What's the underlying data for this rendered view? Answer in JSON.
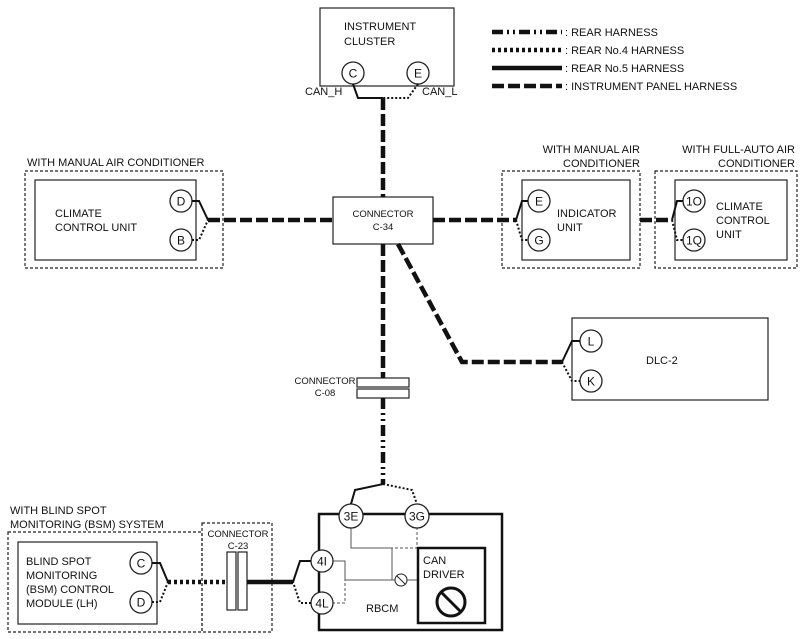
{
  "legend": {
    "items": [
      {
        "style": "rear",
        "label": ": REAR HARNESS"
      },
      {
        "style": "rear4",
        "label": ": REAR No.4 HARNESS"
      },
      {
        "style": "rear5",
        "label": ": REAR No.5 HARNESS"
      },
      {
        "style": "ip",
        "label": ": INSTRUMENT PANEL HARNESS"
      }
    ]
  },
  "instrument_cluster": {
    "title_line1": "INSTRUMENT",
    "title_line2": "CLUSTER",
    "pin_c": "C",
    "pin_e": "E",
    "can_h": "CAN_H",
    "can_l": "CAN_L"
  },
  "climate_manual": {
    "group_label": "WITH MANUAL AIR CONDITIONER",
    "title_line1": "CLIMATE",
    "title_line2": "CONTROL UNIT",
    "pin_d": "D",
    "pin_b": "B"
  },
  "connector_c34": {
    "line1": "CONNECTOR",
    "line2": "C-34"
  },
  "indicator": {
    "group_line1": "WITH MANUAL AIR",
    "group_line2": "CONDITIONER",
    "title_line1": "INDICATOR",
    "title_line2": "UNIT",
    "pin_e": "E",
    "pin_g": "G"
  },
  "climate_auto": {
    "group_line1": "WITH FULL-AUTO AIR",
    "group_line2": "CONDITIONER",
    "title_line1": "CLIMATE",
    "title_line2": "CONTROL",
    "title_line3": "UNIT",
    "pin_1o": "1O",
    "pin_1q": "1Q"
  },
  "dlc2": {
    "title": "DLC-2",
    "pin_l": "L",
    "pin_k": "K"
  },
  "connector_c08": {
    "line1": "CONNECTOR",
    "line2": "C-08"
  },
  "bsm": {
    "group_line1": "WITH BLIND SPOT",
    "group_line2": "MONITORING (BSM) SYSTEM",
    "title_line1": "BLIND SPOT",
    "title_line2": "MONITORING",
    "title_line3": "(BSM) CONTROL",
    "title_line4": "MODULE (LH)",
    "pin_c": "C",
    "pin_d": "D"
  },
  "connector_c23": {
    "line1": "CONNECTOR",
    "line2": "C-23"
  },
  "rbcm": {
    "title": "RBCM",
    "pin_3e": "3E",
    "pin_3g": "3G",
    "pin_4i": "4I",
    "pin_4l": "4L",
    "can_driver_line1": "CAN",
    "can_driver_line2": "DRIVER"
  }
}
